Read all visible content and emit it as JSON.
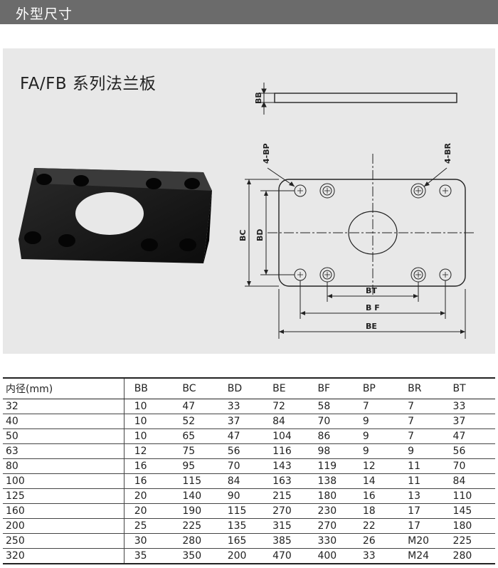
{
  "header": {
    "title": "外型尺寸"
  },
  "panel": {
    "title": "FA/FB 系列法兰板"
  },
  "drawing": {
    "labels": {
      "bb": "BB",
      "bp": "4-BP",
      "br": "4-BR",
      "bc": "BC",
      "bd": "BD",
      "bt": "BT",
      "bf": "B F",
      "be": "BE"
    }
  },
  "table": {
    "headers": [
      "内径(mm)",
      "BB",
      "BC",
      "BD",
      "BE",
      "BF",
      "BP",
      "BR",
      "BT"
    ],
    "rows": [
      [
        "32",
        "10",
        "47",
        "33",
        "72",
        "58",
        "7",
        "7",
        "33"
      ],
      [
        "40",
        "10",
        "52",
        "37",
        "84",
        "70",
        "9",
        "7",
        "37"
      ],
      [
        "50",
        "10",
        "65",
        "47",
        "104",
        "86",
        "9",
        "7",
        "47"
      ],
      [
        "63",
        "12",
        "75",
        "56",
        "116",
        "98",
        "9",
        "9",
        "56"
      ],
      [
        "80",
        "16",
        "95",
        "70",
        "143",
        "119",
        "12",
        "11",
        "70"
      ],
      [
        "100",
        "16",
        "115",
        "84",
        "163",
        "138",
        "14",
        "11",
        "84"
      ],
      [
        "125",
        "20",
        "140",
        "90",
        "215",
        "180",
        "16",
        "13",
        "110"
      ],
      [
        "160",
        "20",
        "190",
        "115",
        "270",
        "230",
        "18",
        "17",
        "145"
      ],
      [
        "200",
        "25",
        "225",
        "135",
        "315",
        "270",
        "22",
        "17",
        "180"
      ],
      [
        "250",
        "30",
        "280",
        "165",
        "385",
        "330",
        "26",
        "M20",
        "225"
      ],
      [
        "320",
        "35",
        "350",
        "200",
        "470",
        "400",
        "33",
        "M24",
        "280"
      ]
    ]
  }
}
